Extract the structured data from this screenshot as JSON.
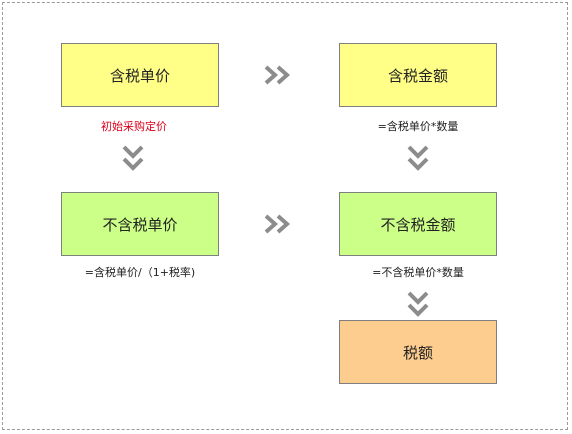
{
  "nodes": {
    "tax_incl_unit_price": {
      "label": "含税单价",
      "color": "#ffff88"
    },
    "tax_incl_amount": {
      "label": "含税金额",
      "color": "#ffff88"
    },
    "tax_excl_unit_price": {
      "label": "不含税单价",
      "color": "#ccff88"
    },
    "tax_excl_amount": {
      "label": "不含税金额",
      "color": "#ccff88"
    },
    "tax_amount": {
      "label": "税额",
      "color": "#fdcd8f"
    }
  },
  "notes": {
    "initial_price": "初始采购定价",
    "tax_incl_amount_formula": "=含税单价*数量",
    "tax_excl_unit_price_formula": "=含税单价/（1+税率)",
    "tax_excl_amount_formula": "=不含税单价*数量"
  },
  "colors": {
    "arrow": "#8c8c8c",
    "note_highlight": "#d9001b",
    "border": "#7f7f7f"
  }
}
